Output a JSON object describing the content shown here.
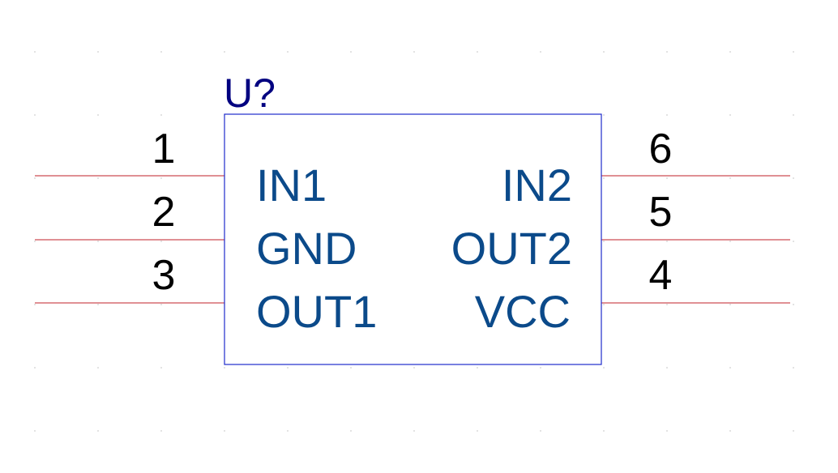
{
  "component": {
    "designator": "U?",
    "pins_left": [
      {
        "number": "1",
        "name": "IN1"
      },
      {
        "number": "2",
        "name": "GND"
      },
      {
        "number": "3",
        "name": "OUT1"
      }
    ],
    "pins_right": [
      {
        "number": "6",
        "name": "IN2"
      },
      {
        "number": "5",
        "name": "OUT2"
      },
      {
        "number": "4",
        "name": "VCC"
      }
    ]
  },
  "colors": {
    "background": "#ffffff",
    "body_outline": "#1f2bcc",
    "designator": "#000080",
    "pin_name": "#0b4a8a",
    "pin_number": "#000000",
    "pin_line": "#c0202a",
    "grid_dot": "#cfcfcf"
  }
}
